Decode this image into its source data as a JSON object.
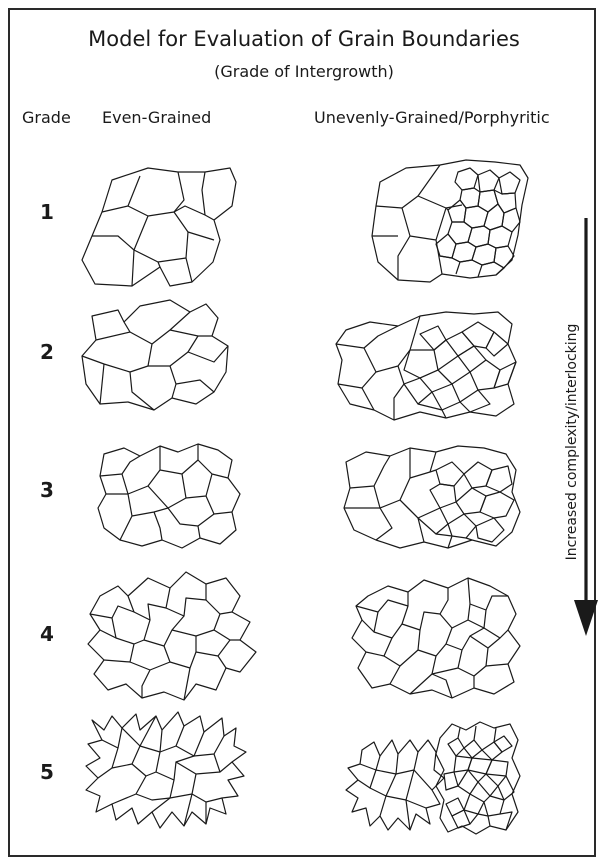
{
  "title": "Model for Evaluation of Grain Boundaries",
  "subtitle": "(Grade of Intergrowth)",
  "headers": {
    "grade": "Grade",
    "even": "Even-Grained",
    "uneven": "Unevenly-Grained/Porphyritic"
  },
  "grades": [
    "1",
    "2",
    "3",
    "4",
    "5"
  ],
  "arrow_label": "Increased complexity/interlocking",
  "colors": {
    "line": "#1a1a1a",
    "background": "#ffffff",
    "border": "#2a2a2a"
  }
}
